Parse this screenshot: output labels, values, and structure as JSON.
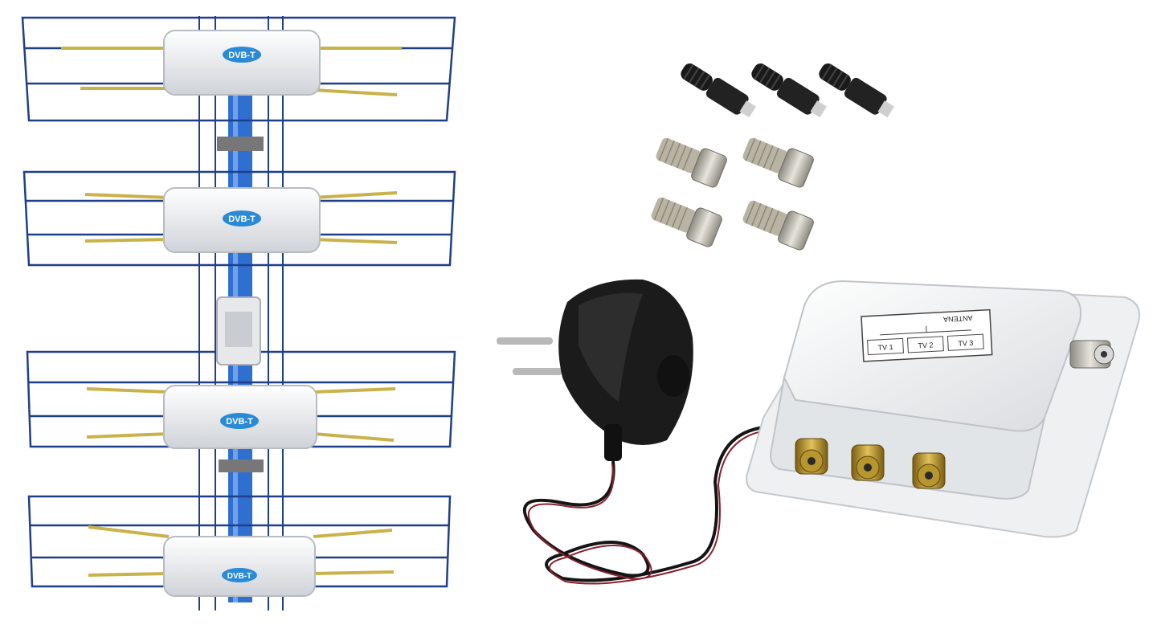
{
  "antenna": {
    "badge_text": "DVB-T",
    "wire_color": "#1f3f8a",
    "dipole_color": "#c9b24a",
    "mast_color": "#2f6fd0",
    "panel_color": "#eef0f2"
  },
  "splitter": {
    "antenna_label": "ANTENA",
    "ports": [
      "TV 1",
      "TV 2",
      "TV 3"
    ],
    "body_color": "#f4f5f6",
    "connector_color": "#b8962e"
  },
  "power_adapter": {
    "color": "#1b1b1b"
  },
  "connectors": {
    "iec_plugs": 3,
    "f_connectors": 4
  }
}
